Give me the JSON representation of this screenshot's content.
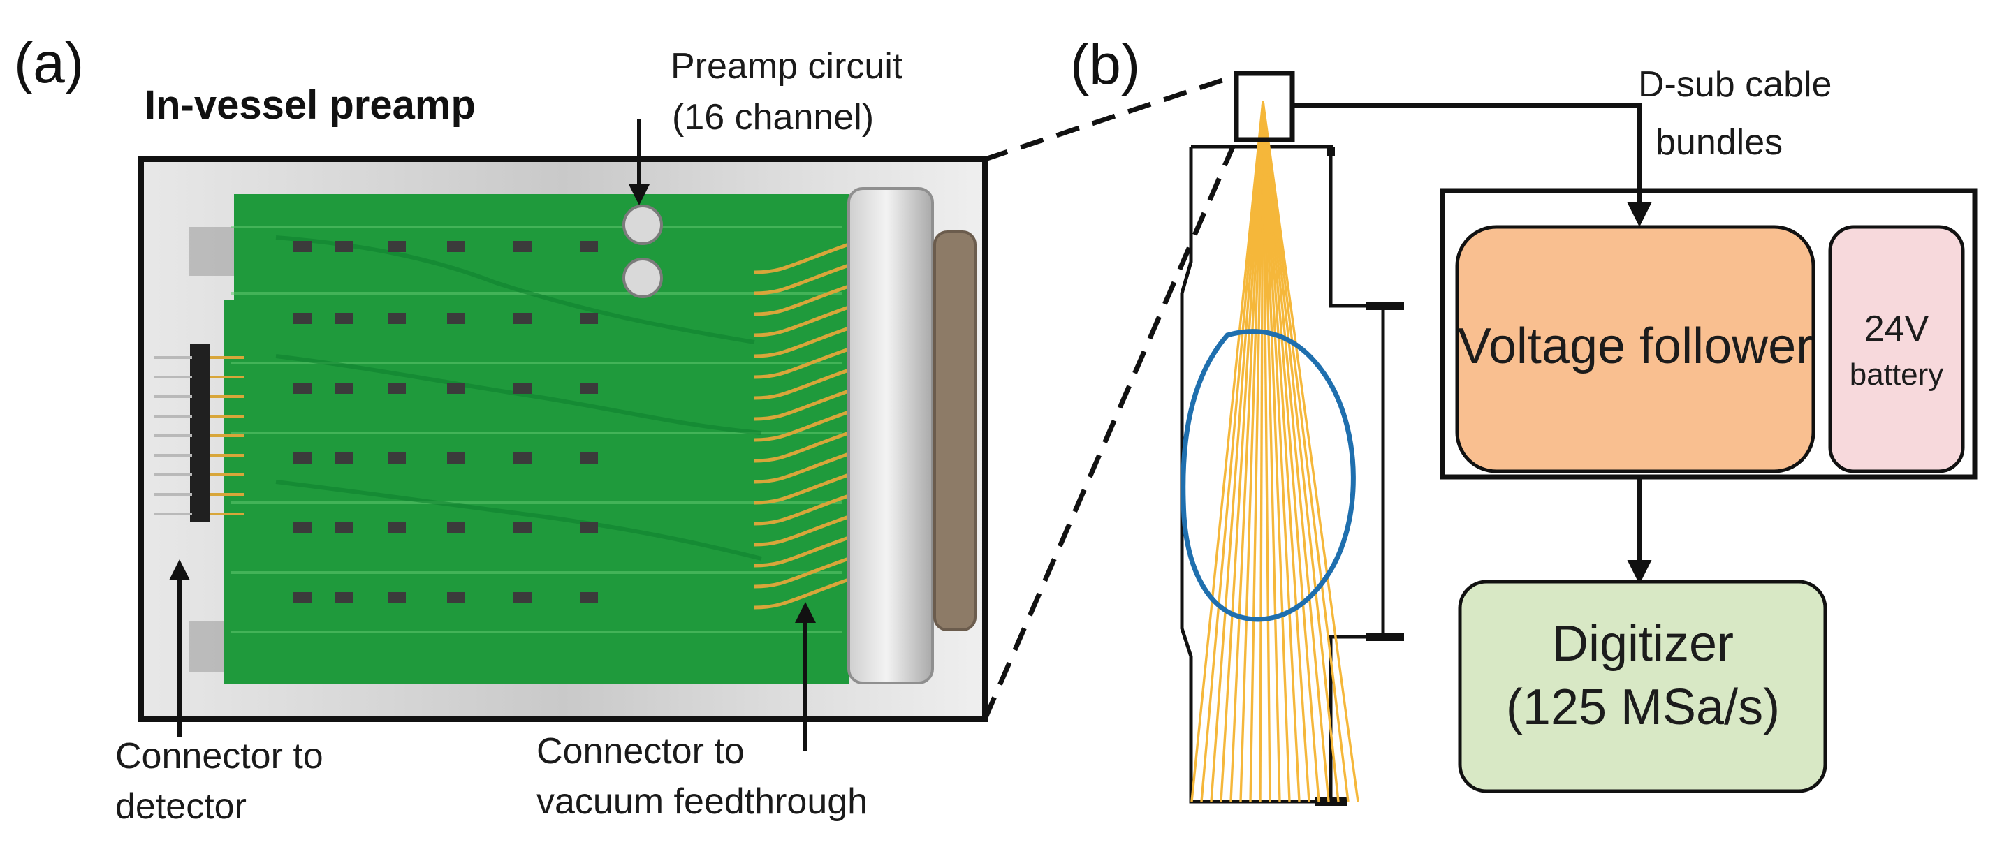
{
  "panel_a": {
    "label": "(a)",
    "title": "In-vessel preamp",
    "annotations": {
      "preamp_line1": "Preamp circuit",
      "preamp_line2": "(16 channel)",
      "detector_line1": "Connector to",
      "detector_line2": "detector",
      "feedthrough_line1": "Connector to",
      "feedthrough_line2": "vacuum feedthrough"
    }
  },
  "panel_b": {
    "label": "(b)",
    "cable_line1": "D-sub cable",
    "cable_line2": "bundles",
    "voltage_follower": "Voltage follower",
    "battery_line1": "24V",
    "battery_line2": "battery",
    "digitizer_line1": "Digitizer",
    "digitizer_line2": "(125 MSa/s)"
  },
  "colors": {
    "pcb_green": "#1f9a3c",
    "connector_gold": "#d8a63a",
    "sightline_orange": "#f5b73a",
    "plasma_blue": "#1f6fae",
    "voltage_follower_fill": "#f9bf90",
    "battery_fill": "#f7d9dc",
    "digitizer_fill": "#d8e8c5"
  }
}
